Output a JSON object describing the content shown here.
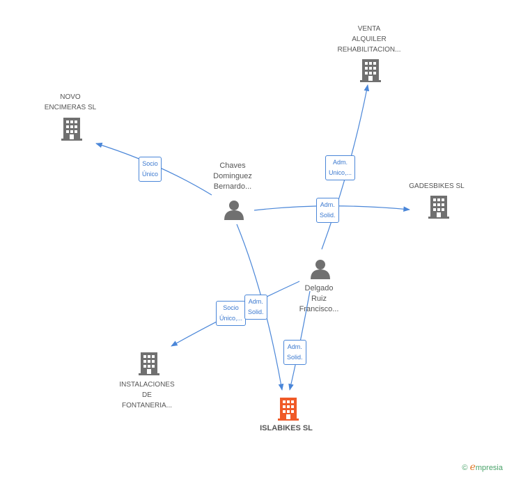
{
  "colors": {
    "edge": "#4a86d8",
    "building": "#707070",
    "main_building": "#f05a28",
    "person": "#707070",
    "brand_green": "#4aa36a"
  },
  "companies": {
    "venta": {
      "lines": [
        "VENTA",
        "ALQUILER",
        "REHABILITACION..."
      ],
      "icon": "building-icon"
    },
    "novo": {
      "lines": [
        "NOVO",
        "ENCIMERAS SL"
      ],
      "icon": "building-icon"
    },
    "gadesbikes": {
      "lines": [
        "GADESBIKES SL"
      ],
      "icon": "building-icon"
    },
    "instalaciones": {
      "lines": [
        "INSTALACIONES",
        "DE",
        "FONTANERIA..."
      ],
      "icon": "building-icon"
    },
    "islabikes": {
      "lines": [
        "ISLABIKES SL"
      ],
      "icon": "building-icon"
    }
  },
  "persons": {
    "chaves": {
      "lines": [
        "Chaves",
        "Dominguez",
        "Bernardo..."
      ],
      "icon": "person-icon"
    },
    "delgado": {
      "lines": [
        "Delgado",
        "Ruiz",
        "Francisco..."
      ],
      "icon": "person-icon"
    }
  },
  "edges": {
    "e1": {
      "lines": [
        "Socio",
        "Único"
      ]
    },
    "e2": {
      "lines": [
        "Adm.",
        "Unico,..."
      ]
    },
    "e3": {
      "lines": [
        "Adm.",
        "Solid."
      ]
    },
    "e4": {
      "lines": [
        "Socio",
        "Único,..."
      ]
    },
    "e5": {
      "lines": [
        "Adm.",
        "Solid."
      ]
    },
    "e6": {
      "lines": [
        "Adm.",
        "Solid."
      ]
    }
  },
  "footer": {
    "copyright": "©",
    "brand_initial": "e",
    "brand_rest": "mpresia"
  }
}
